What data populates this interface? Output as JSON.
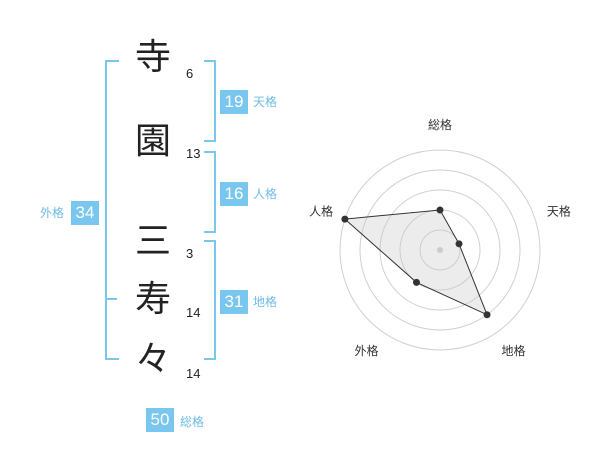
{
  "name": {
    "chars": [
      {
        "char": "寺",
        "strokes": "6"
      },
      {
        "char": "園",
        "strokes": "13"
      },
      {
        "char": "三",
        "strokes": "3"
      },
      {
        "char": "寿",
        "strokes": "14"
      },
      {
        "char": "々",
        "strokes": "14"
      }
    ]
  },
  "kaku": {
    "tenkaku": {
      "value": "19",
      "label": "天格"
    },
    "jinkaku": {
      "value": "16",
      "label": "人格"
    },
    "chikaku": {
      "value": "31",
      "label": "地格"
    },
    "gaikaku": {
      "value": "34",
      "label": "外格"
    },
    "soukaku": {
      "value": "50",
      "label": "総格"
    }
  },
  "colors": {
    "accent": "#79c6ef",
    "label_text": "#6fbce6"
  },
  "chart_data": {
    "type": "radar",
    "axes": [
      "総格",
      "天格",
      "地格",
      "外格",
      "人格"
    ],
    "values": [
      2,
      1,
      4,
      2,
      5
    ],
    "range": [
      0,
      5
    ],
    "rings": 5,
    "grid": true
  }
}
